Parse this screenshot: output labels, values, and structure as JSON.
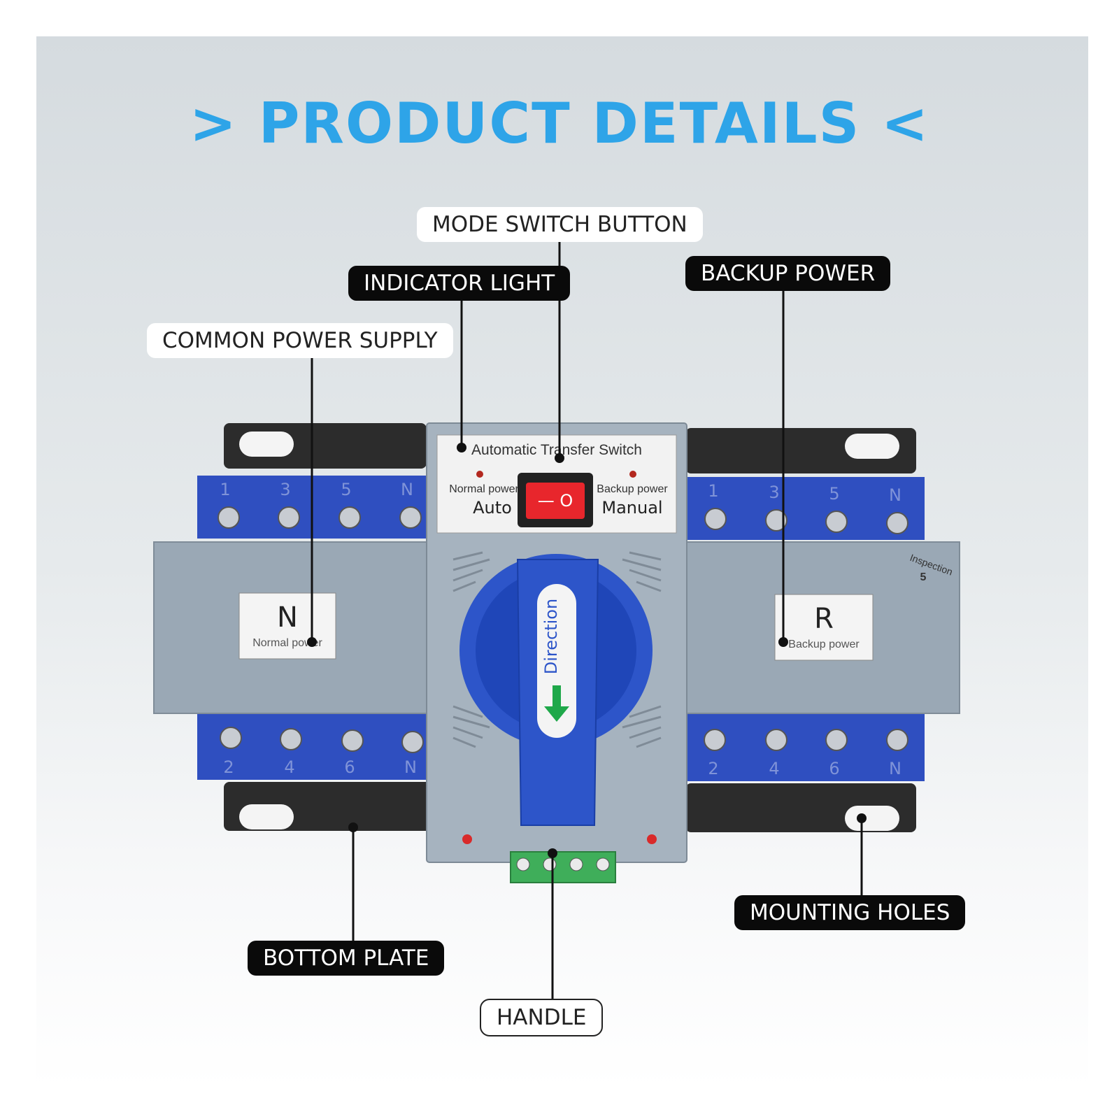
{
  "title": "> PRODUCT DETAILS <",
  "callouts": {
    "mode_switch_button": "MODE SWITCH BUTTON",
    "indicator_light": "INDICATOR LIGHT",
    "backup_power": "BACKUP POWER",
    "common_power_supply": "COMMON POWER SUPPLY",
    "bottom_plate": "BOTTOM PLATE",
    "handle": "HANDLE",
    "mounting_holes": "MOUNTING HOLES"
  },
  "device": {
    "panel_title": "Automatic Transfer Switch",
    "left_indicator_label": "Normal power",
    "left_mode": "Auto",
    "right_indicator_label": "Backup power",
    "right_mode": "Manual",
    "rocker_symbol": "— O",
    "handle_text": "Direction",
    "left_module_letter": "N",
    "left_module_label": "Normal power",
    "right_module_letter": "R",
    "right_module_label": "Backup power",
    "inspection_text": "Inspection",
    "inspection_number": "5",
    "top_terminal_numbers": [
      "1",
      "3",
      "5",
      "N"
    ],
    "bottom_terminal_numbers": [
      "2",
      "4",
      "6",
      "N"
    ]
  },
  "colors": {
    "title_blue": "#2ea4e8",
    "terminal_blue": "#2f4fc0",
    "body_gray": "#98a6b4",
    "rocker_red": "#e8262c",
    "handle_blue": "#2d55c9"
  }
}
